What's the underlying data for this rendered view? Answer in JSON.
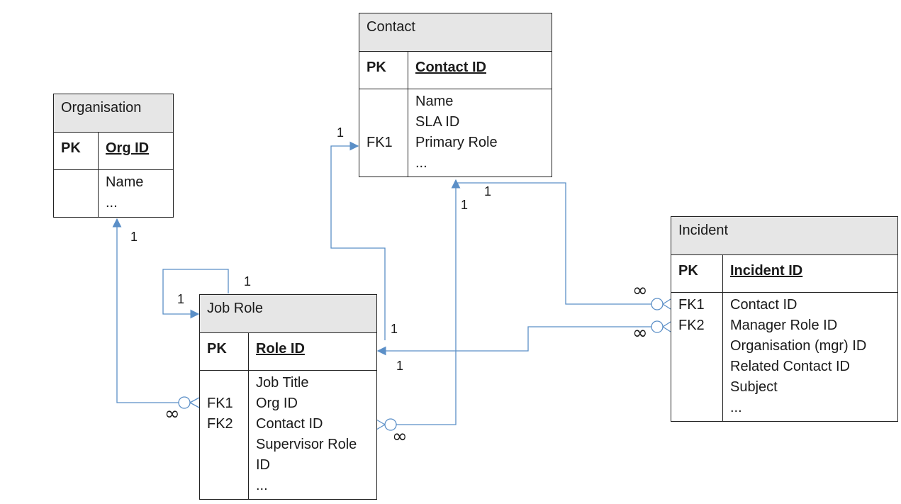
{
  "entities": {
    "contact": {
      "title": "Contact",
      "pk_label": "PK",
      "pk_name": "Contact ID",
      "keys": [
        "",
        "",
        "FK1",
        ""
      ],
      "attributes": [
        "Name",
        "SLA ID",
        "Primary Role",
        "..."
      ]
    },
    "organisation": {
      "title": "Organisation",
      "pk_label": "PK",
      "pk_name": "Org ID",
      "keys": [
        "",
        ""
      ],
      "attributes": [
        "Name",
        "..."
      ]
    },
    "job_role": {
      "title": "Job Role",
      "pk_label": "PK",
      "pk_name": "Role ID",
      "keys": [
        "",
        "FK1",
        "FK2",
        "",
        "",
        ""
      ],
      "attributes": [
        "Job Title",
        "Org ID",
        "Contact ID",
        "Supervisor Role",
        "ID",
        "..."
      ]
    },
    "incident": {
      "title": "Incident",
      "pk_label": "PK",
      "pk_name": "Incident ID",
      "keys": [
        "FK1",
        "FK2",
        "",
        "",
        "",
        ""
      ],
      "attributes": [
        "Contact ID",
        "Manager Role ID",
        "Organisation (mgr) ID",
        "Related Contact ID",
        "Subject",
        "..."
      ]
    }
  },
  "relationships": [
    {
      "from": "Organisation",
      "to": "Job Role",
      "one": "1",
      "many": "∞"
    },
    {
      "from": "Job Role",
      "to": "Job Role",
      "one_a": "1",
      "one_b": "1"
    },
    {
      "from": "Contact",
      "to": "Job Role",
      "one": "1",
      "one_b": "1"
    },
    {
      "from": "Contact",
      "to": "Job Role",
      "one": "1",
      "many": "∞"
    },
    {
      "from": "Contact",
      "to": "Incident",
      "one": "1",
      "many": "∞"
    },
    {
      "from": "Job Role",
      "to": "Incident",
      "one": "1",
      "many": "∞"
    }
  ],
  "colors": {
    "line": "#5b8fc7",
    "header": "#e6e6e6",
    "border": "#222222"
  }
}
